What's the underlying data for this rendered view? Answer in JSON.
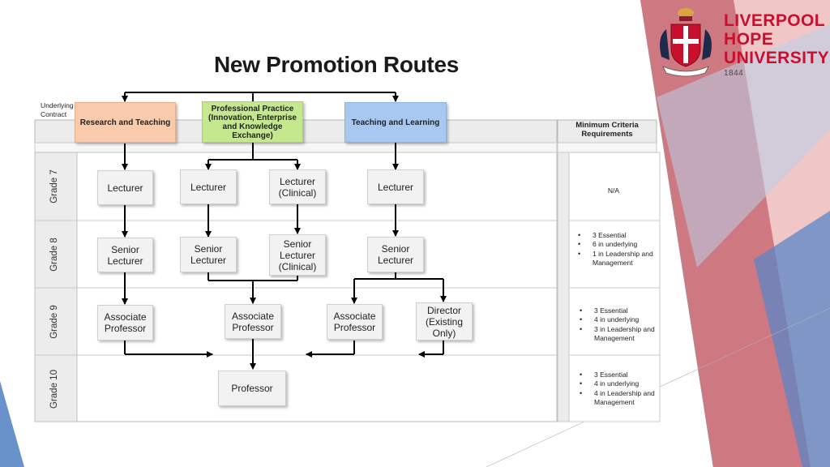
{
  "slide": {
    "title": "New Promotion Routes"
  },
  "logo": {
    "lines": [
      "LIVERPOOL",
      "HOPE",
      "UNIVERSITY"
    ],
    "year": "1844"
  },
  "diagram": {
    "underlying_contract_label": "Underlying Contract",
    "minimum_criteria_header": "Minimum Criteria Requirements",
    "routes": {
      "research_teaching": "Research and Teaching",
      "professional_practice": "Professional Practice (Innovation, Enterprise and Knowledge Exchange)",
      "teaching_learning": "Teaching and Learning"
    },
    "grades": [
      "Grade 7",
      "Grade 8",
      "Grade 9",
      "Grade 10"
    ],
    "roles": {
      "g7_rt": "Lecturer",
      "g7_pp": "Lecturer",
      "g7_ppc": "Lecturer (Clinical)",
      "g7_tl": "Lecturer",
      "g8_rt": "Senior Lecturer",
      "g8_pp": "Senior Lecturer",
      "g8_ppc": "Senior Lecturer (Clinical)",
      "g8_tl": "Senior Lecturer",
      "g9_rt": "Associate Professor",
      "g9_pp": "Associate Professor",
      "g9_tl": "Associate Professor",
      "g9_dir": "Director (Existing Only)",
      "g10": "Professor"
    },
    "criteria": {
      "grade7": "N/A",
      "grade8": [
        "3  Essential",
        "6 in underlying",
        "1 in Leadership and Management"
      ],
      "grade9": [
        "3 Essential",
        "4 in underlying",
        "3 in Leadership and Management"
      ],
      "grade10": [
        "3 Essential",
        "4 in underlying",
        "4 in Leadership and Management"
      ]
    }
  },
  "colors": {
    "research_teaching": "#f8cbad",
    "professional_practice": "#c5e88f",
    "teaching_learning": "#a8c8f0",
    "brand_red": "#c8102e"
  }
}
